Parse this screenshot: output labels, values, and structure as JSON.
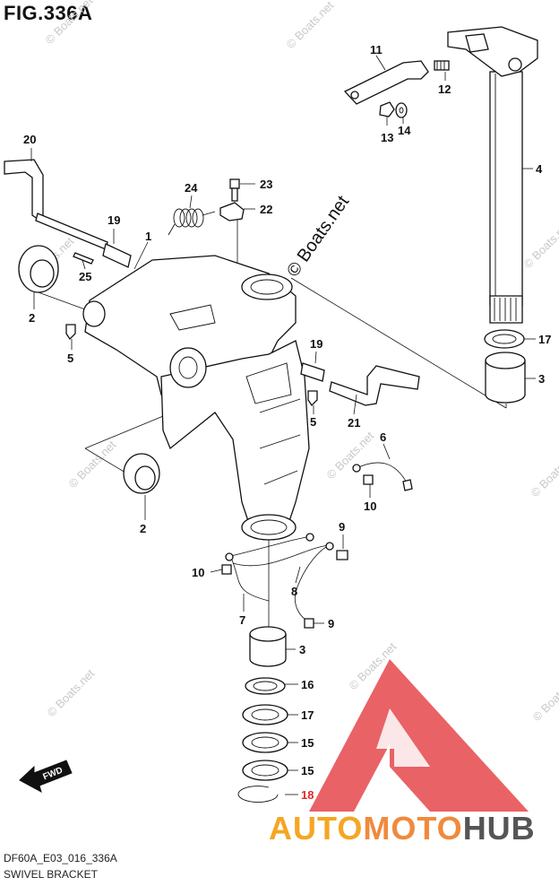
{
  "header": {
    "figure_title": "FIG.336A"
  },
  "footer": {
    "doc_code": "DF60A_E03_016_336A",
    "doc_name": "SWIVEL BRACKET"
  },
  "watermark": {
    "text": "© Boats.net",
    "large_text": "© Boats.net"
  },
  "logo": {
    "word_part_1": "AUTO",
    "word_part_2": "MOTO",
    "word_part_3": "HUB",
    "colors": {
      "accent": "#e0262b",
      "auto": "#f5a623",
      "moto": "#f08a3c",
      "hub": "#555555"
    }
  },
  "callouts": {
    "c11": "11",
    "c12": "12",
    "c13": "13",
    "c14": "14",
    "c4": "4",
    "c20": "20",
    "c24": "24",
    "c23": "23",
    "c22": "22",
    "c19a": "19",
    "c1": "1",
    "c25": "25",
    "c2a": "2",
    "c5a": "5",
    "c17a": "17",
    "c3a": "3",
    "c19b": "19",
    "c5b": "5",
    "c21": "21",
    "c6": "6",
    "c10a": "10",
    "c2b": "2",
    "c9a": "9",
    "c10b": "10",
    "c8": "8",
    "c7": "7",
    "c9b": "9",
    "c3b": "3",
    "c16": "16",
    "c17b": "17",
    "c15a": "15",
    "c15b": "15",
    "c18": "18"
  },
  "fwd_label": "FWD"
}
